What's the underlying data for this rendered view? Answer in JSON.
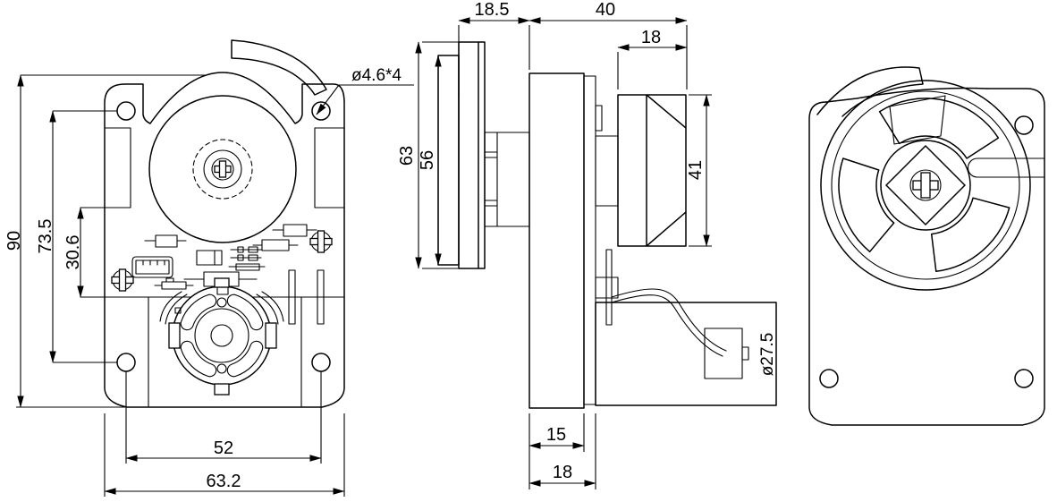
{
  "drawing": {
    "front_view": {
      "overall_height": "90",
      "mount_hole_vertical_pitch": "73.5",
      "pcb_section_height": "30.6",
      "mount_hole_horizontal_pitch": "52",
      "overall_width": "63.2",
      "mount_hole_callout": "ø4.6*4"
    },
    "side_view": {
      "fan_section_depth": "18.5",
      "gear_section_depth": "40",
      "gear_hub_depth": "18",
      "housing_height": "63",
      "fan_wheel_height": "56",
      "gear_height": "41",
      "gearbox_depth": "15",
      "gearbox_overall_depth": "18",
      "motor_diameter": "ø27.5"
    }
  }
}
